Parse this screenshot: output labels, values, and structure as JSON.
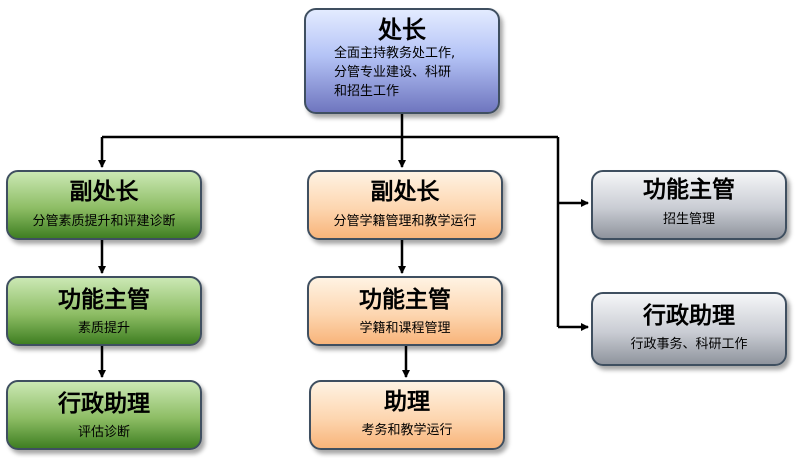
{
  "root": {
    "title": "处长",
    "desc_lines": [
      "全面主持教务处工作,",
      "分管专业建设、科研",
      "和招生工作"
    ]
  },
  "left_branch": [
    {
      "title": "副处长",
      "desc": "分管素质提升和评建诊断"
    },
    {
      "title": "功能主管",
      "desc": "素质提升"
    },
    {
      "title": "行政助理",
      "desc": "评估诊断"
    }
  ],
  "center_branch": [
    {
      "title": "副处长",
      "desc": "分管学籍管理和教学运行"
    },
    {
      "title": "功能主管",
      "desc": "学籍和课程管理"
    },
    {
      "title": "助理",
      "desc": "考务和教学运行"
    }
  ],
  "right_branch": [
    {
      "title": "功能主管",
      "desc": "招生管理"
    },
    {
      "title": "行政助理",
      "desc": "行政事务、科研工作"
    }
  ],
  "colors": {
    "connector": "#000000",
    "border": "#3f4f60",
    "root_fill": "#b4c3f6",
    "left_fill": "#8dbd64",
    "center_fill": "#fdd6b0",
    "right_fill": "#c9ccd3"
  }
}
